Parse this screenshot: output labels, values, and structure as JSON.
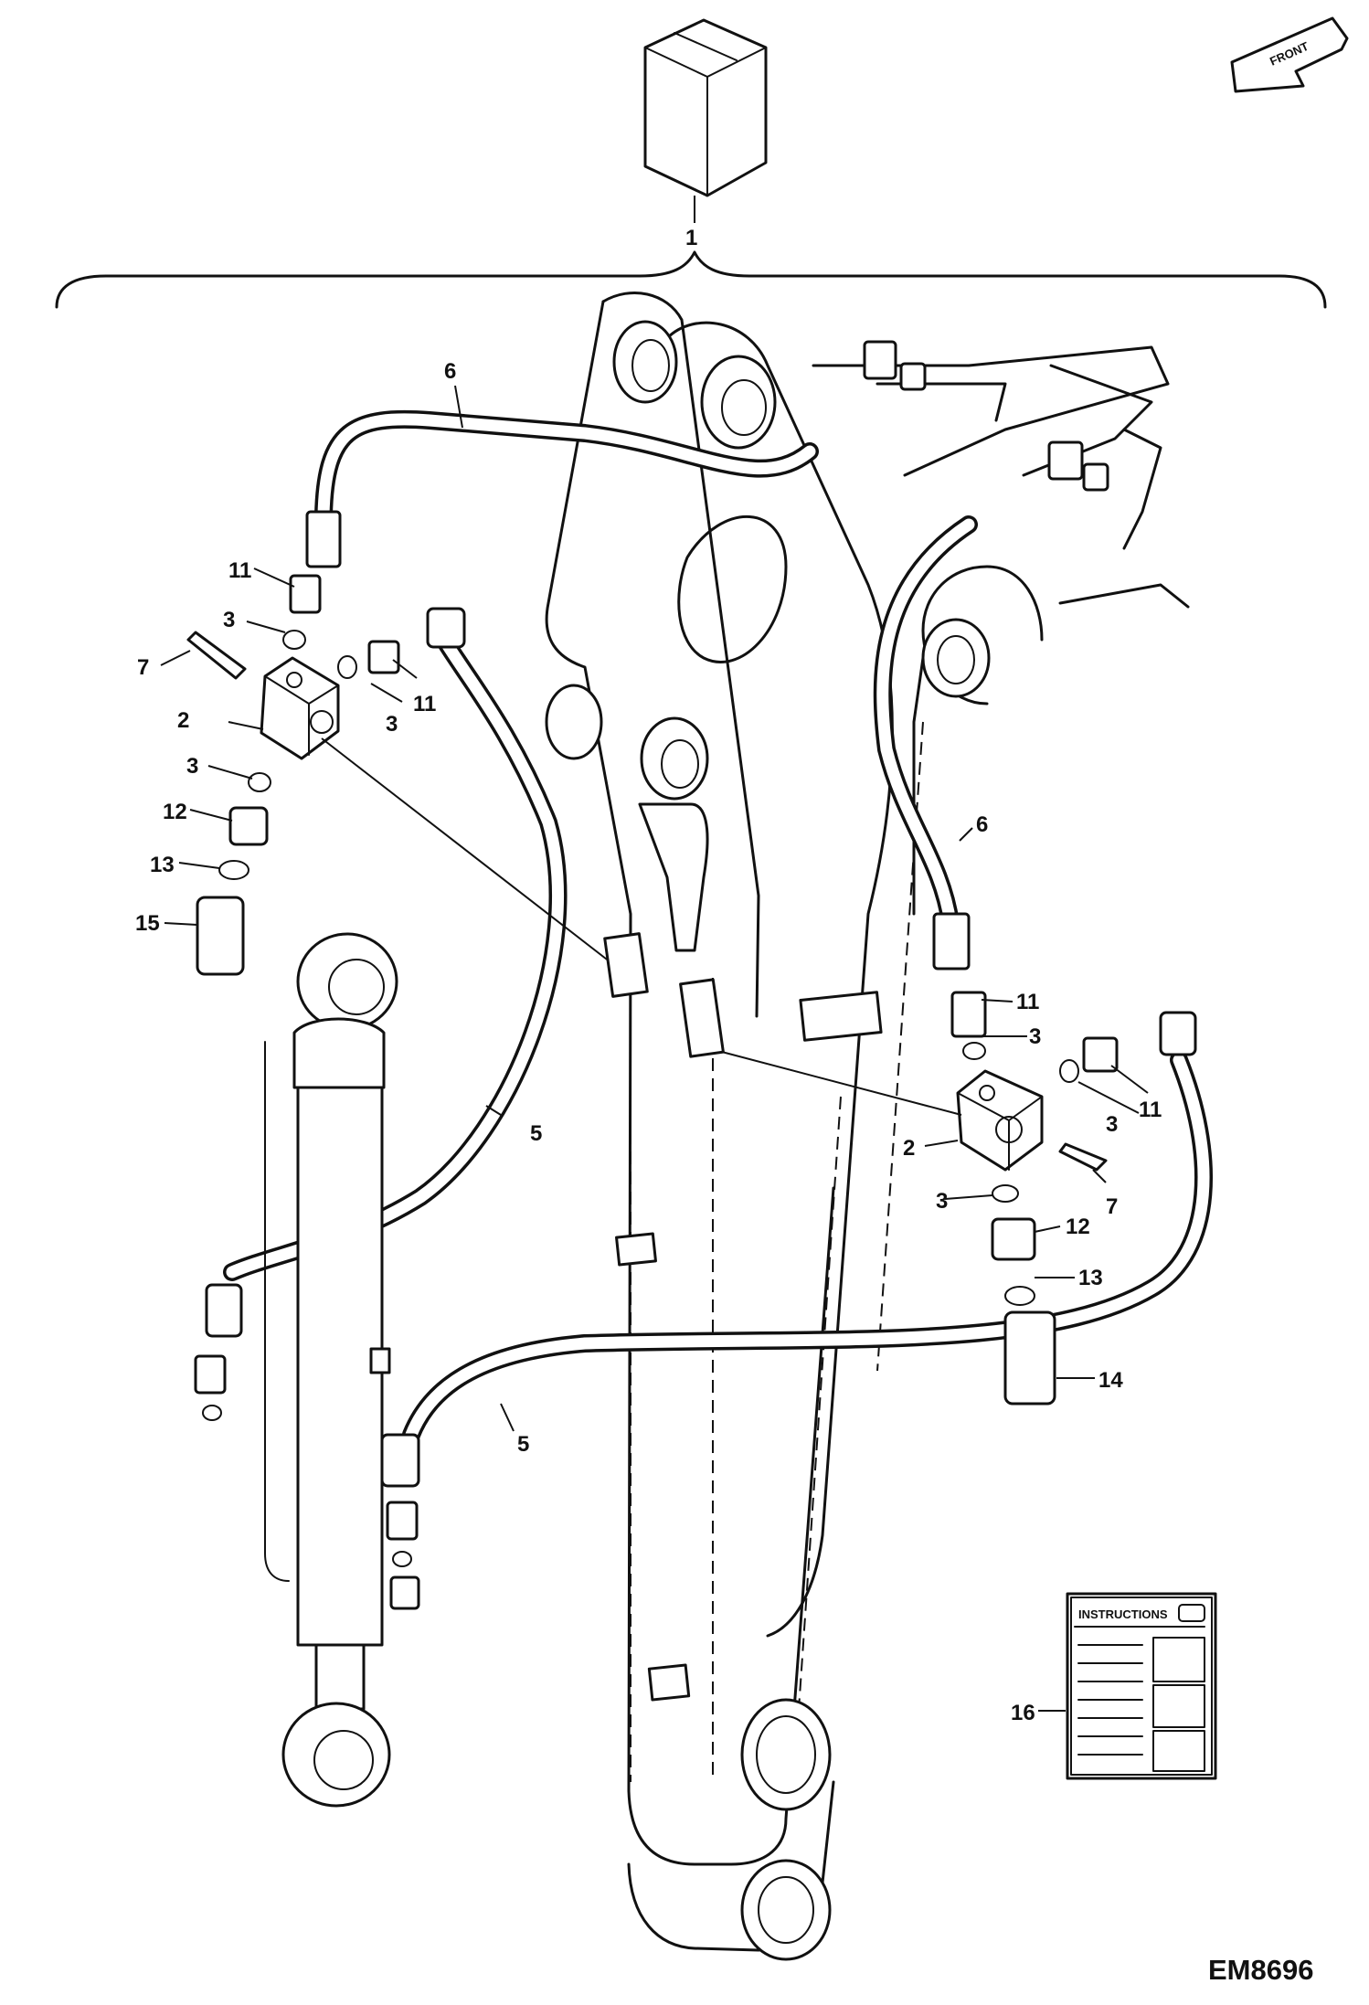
{
  "front_arrow_label": "FRONT",
  "instructions_label": "INSTRUCTIONS",
  "drawing_id": "EM8696",
  "callouts": {
    "c1": "1",
    "c2a": "2",
    "c2b": "2",
    "c3a": "3",
    "c3b": "3",
    "c3c": "3",
    "c3d": "3",
    "c3e": "3",
    "c3f": "3",
    "c5a": "5",
    "c5b": "5",
    "c6a": "6",
    "c6b": "6",
    "c7a": "7",
    "c7b": "7",
    "c11a": "11",
    "c11b": "11",
    "c11c": "11",
    "c11d": "11",
    "c12a": "12",
    "c12b": "12",
    "c13a": "13",
    "c13b": "13",
    "c14": "14",
    "c15": "15",
    "c16": "16"
  }
}
